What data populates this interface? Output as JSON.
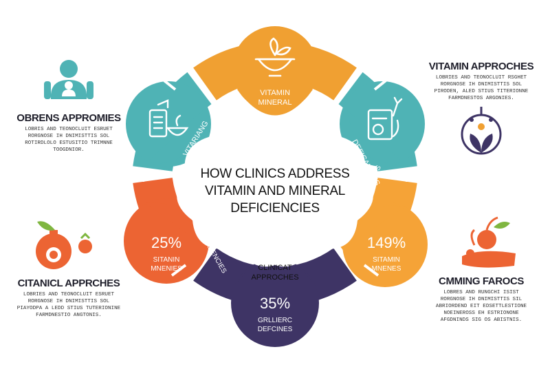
{
  "center": {
    "title_line1": "HOW CLINICS ADDRESS",
    "title_line2": "VITAMIN AND MINERAL",
    "title_line3": "DEFICIENCIES"
  },
  "petals": {
    "top": {
      "line1": "VITAMIN",
      "line2": "MINERAL",
      "color": "#f0a032"
    },
    "top_right": {
      "label": "DEFICANCIES",
      "color": "#4fb3b5"
    },
    "right": {
      "label": "SITAMIN DEFICIENCIES",
      "value": "149%",
      "sub1": "SITAMIN",
      "sub2": "MNENES",
      "color": "#f5a337"
    },
    "bottom": {
      "line1": "CLINICAT",
      "line2": "APPROCHES",
      "value": "35%",
      "sub1": "GRLLIERC",
      "sub2": "DEFCINES",
      "color": "#3e3465"
    },
    "left": {
      "label": "VITAMIN DEFICIENCIES",
      "value": "25%",
      "sub1": "SITANIN",
      "sub2": "MNENIES",
      "color": "#ec6433"
    },
    "top_left": {
      "label": "VITARIANG",
      "color": "#4fb3b5"
    }
  },
  "left_top": {
    "title": "OBRENS APPROMIES",
    "body": "LOBRIS AND TEONOCLUIT ESRUET\nRORGNOSE IH DNIMISTTIS SOL\nROTIRDLOLO ESTUSITIO TRIMNNE\nTOOGDNIOR.",
    "icon": "people-group-icon",
    "color": "#4fb3b5"
  },
  "left_bottom": {
    "title": "CITANICL APPRCHES",
    "body": "LOBRIES AND TEONOCLUIT ESRUET\nRORGNOSE IH DNIMISTTIS SOL\nPIAYODPA A LEDD STIUS TUTERIONINE\nFARMDNESTIO ANGTONIS.",
    "icon": "fruit-icon",
    "color": "#ec6433"
  },
  "right_top": {
    "title": "VITAMIN APPROCHES",
    "body": "LOBRIES AND TEONOCLUIT RSGHET\nRORGNOSE IH DNIMISTTIS SOL\nPIRODEN, ALED STIUS TITERIONNE\nFARMDNESTOS ARGONIES.",
    "icon": "mineral-leaf-icon",
    "color": "#3e3465"
  },
  "right_bottom": {
    "title": "CMMING FAROCS",
    "body": "LOBRES AND RUNGCHI ISIST\nRORGNOSE IH DNIMISTTIS SIL\nABRIORDEND EIT EDSETTLESTIONE\nNOEINEROSS EH ESTRIONONE\nAFGDNINDS SIG OS ABISTNIS.",
    "icon": "food-bowl-icon",
    "color": "#ec6433"
  }
}
